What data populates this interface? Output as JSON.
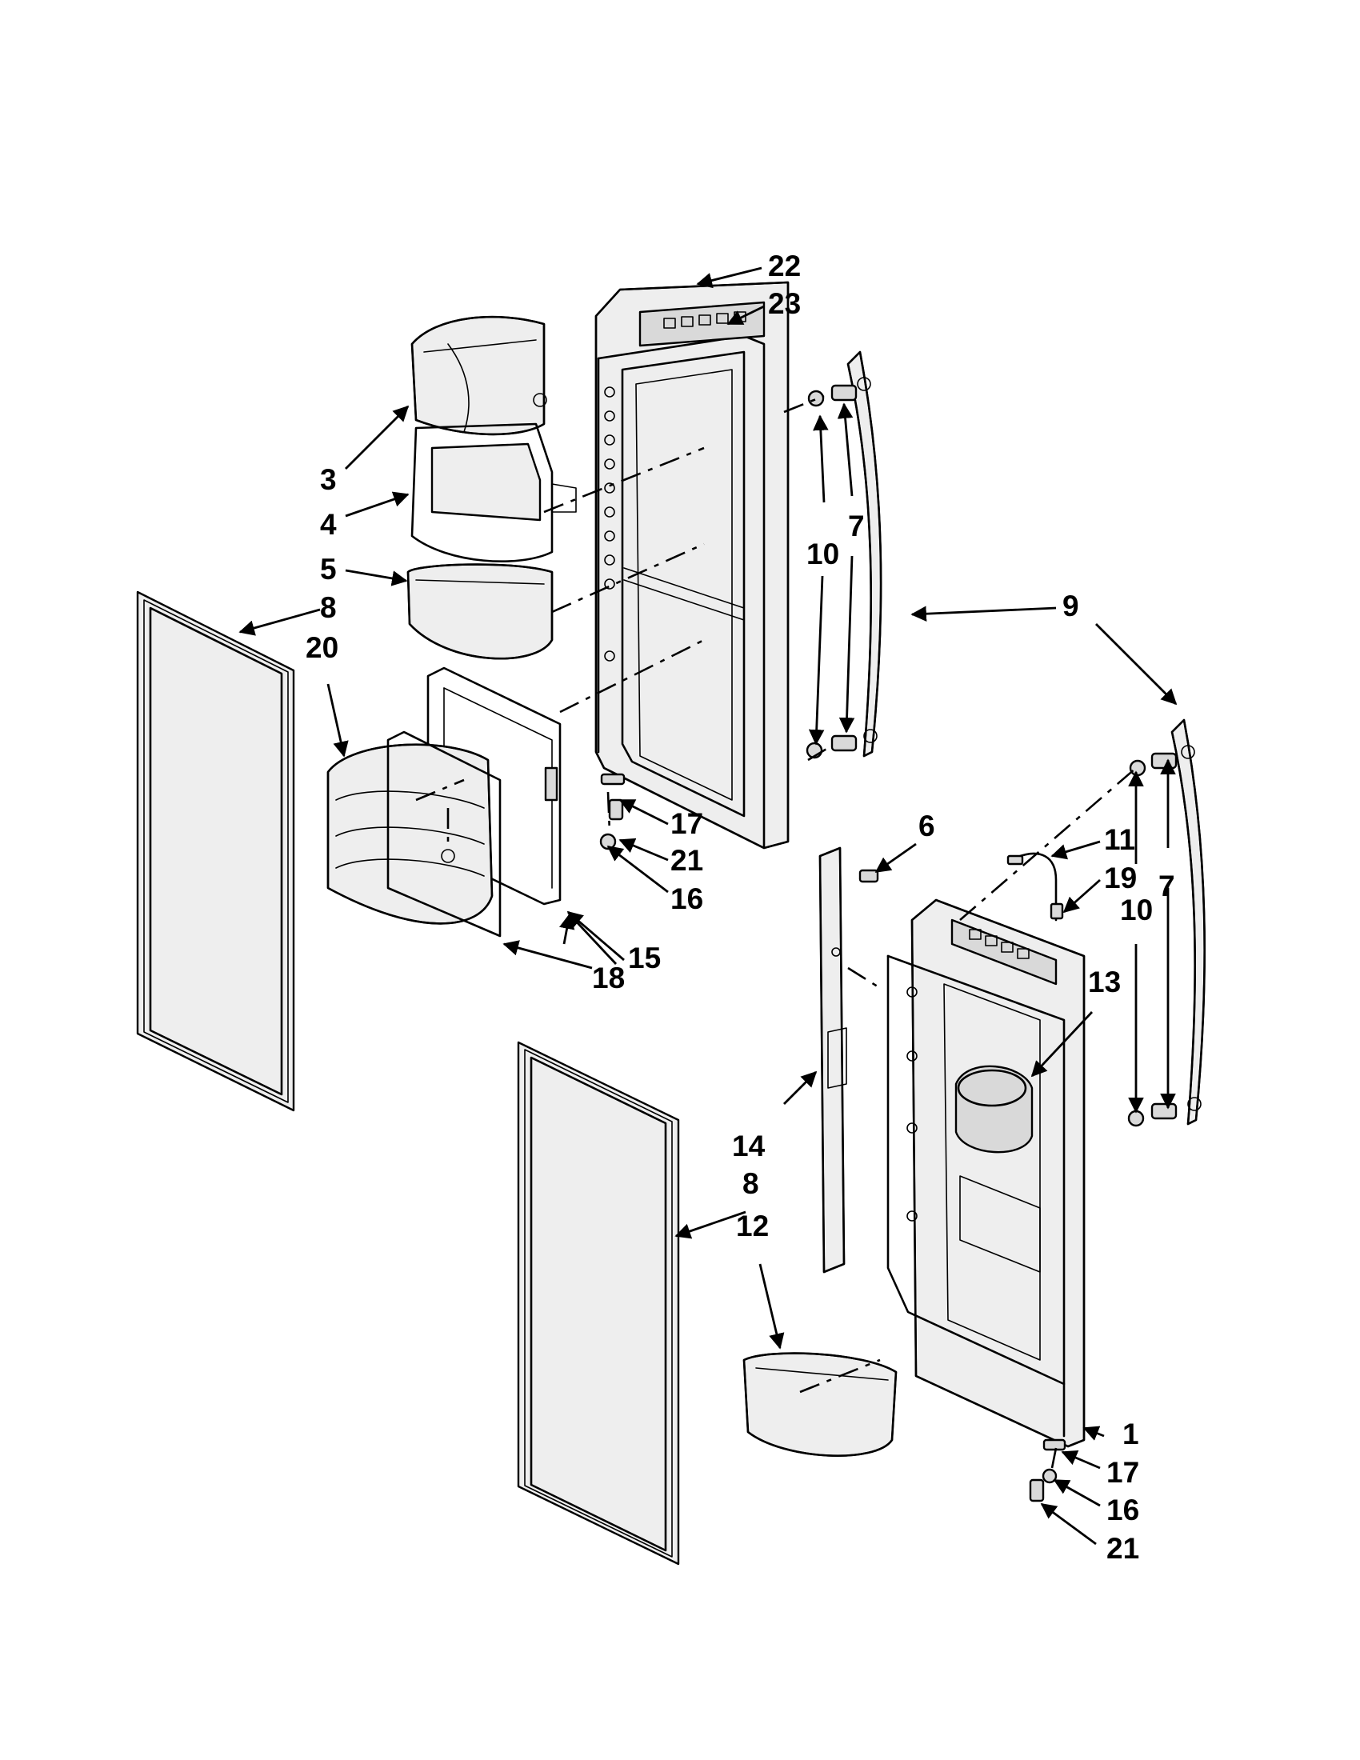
{
  "callouts": {
    "c1": "1",
    "c3": "3",
    "c4": "4",
    "c5": "5",
    "c6": "6",
    "c7_top": "7",
    "c7_right": "7",
    "c8_left": "8",
    "c8_mid": "8",
    "c9": "9",
    "c10_top": "10",
    "c10_right": "10",
    "c11": "11",
    "c12": "12",
    "c13": "13",
    "c14": "14",
    "c15": "15",
    "c16_top": "16",
    "c16_bottom": "16",
    "c17_top": "17",
    "c17_bottom": "17",
    "c18": "18",
    "c19": "19",
    "c20": "20",
    "c21_top": "21",
    "c21_bottom": "21",
    "c22": "22",
    "c23": "23"
  },
  "colors": {
    "line": "#000000",
    "background": "#ffffff"
  }
}
